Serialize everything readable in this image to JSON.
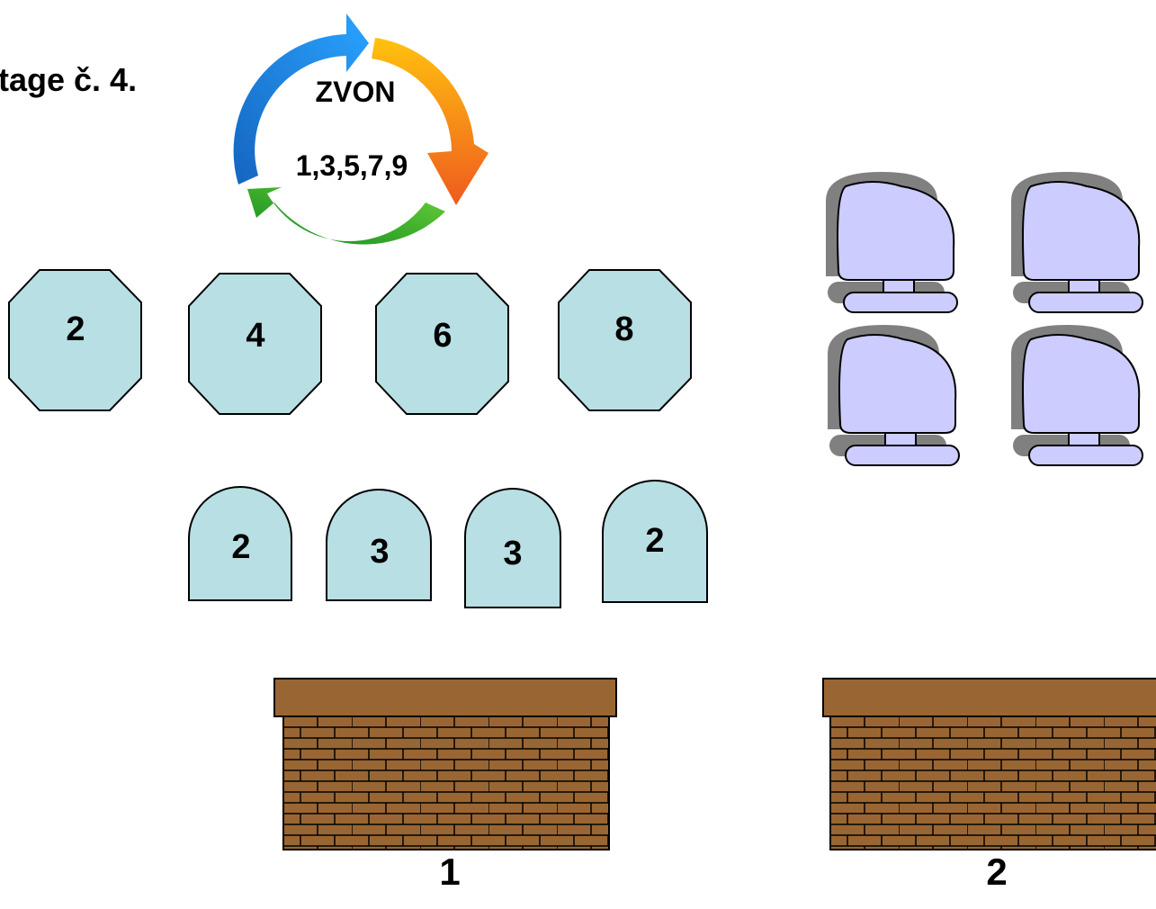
{
  "stage_title": "tage č. 4.",
  "cycle": {
    "title": "ZVON",
    "numbers": "1,3,5,7,9",
    "colors": {
      "blue": "#1e7fe8",
      "orange": "#f7941d",
      "green": "#2aa52a"
    }
  },
  "octagons": [
    {
      "label": "2"
    },
    {
      "label": "4"
    },
    {
      "label": "6"
    },
    {
      "label": "8"
    }
  ],
  "arches": [
    {
      "label": "2"
    },
    {
      "label": "3"
    },
    {
      "label": "3"
    },
    {
      "label": "2"
    }
  ],
  "monitors": {
    "count": 4,
    "fill": "#ccccff",
    "shadow": "#808080"
  },
  "walls": [
    {
      "label": "1"
    },
    {
      "label": "2"
    }
  ],
  "colors": {
    "obstacle_fill": "#b8dfe3",
    "wall_cap": "#996633",
    "brick": "#996633"
  }
}
